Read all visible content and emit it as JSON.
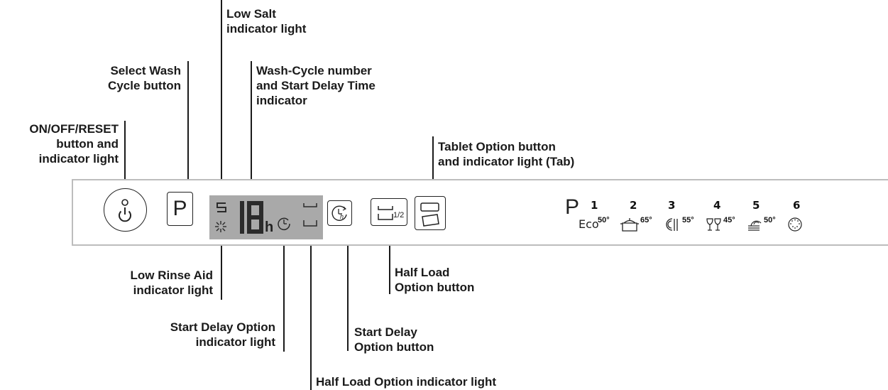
{
  "callouts": {
    "low_salt": [
      "Low Salt",
      "indicator light"
    ],
    "select_wash": [
      "Select Wash",
      "Cycle button"
    ],
    "wash_cycle_number": [
      "Wash-Cycle number",
      "and Start Delay Time",
      "indicator"
    ],
    "on_off_reset": [
      "ON/OFF/RESET",
      "button and",
      "indicator light"
    ],
    "tablet_option": [
      "Tablet Option button",
      "and indicator light (Tab)"
    ],
    "low_rinse_aid": [
      "Low Rinse Aid",
      "indicator light"
    ],
    "half_load_button": [
      "Half Load",
      "Option button"
    ],
    "start_delay_light": [
      "Start Delay Option",
      "indicator light"
    ],
    "start_delay_button": [
      "Start Delay",
      "Option button"
    ],
    "half_load_light": [
      "Half Load Option indicator light"
    ]
  },
  "panel": {
    "program_button_label": "P",
    "display_digits": "18",
    "display_unit": "h",
    "half_load_fraction": "1/2",
    "program_symbol": "P",
    "programs": [
      {
        "number": "1",
        "temp": "50°",
        "label": "Eco",
        "icon": "eco-text"
      },
      {
        "number": "2",
        "temp": "65°",
        "icon": "pot-icon"
      },
      {
        "number": "3",
        "temp": "55°",
        "icon": "plate-cutlery-icon"
      },
      {
        "number": "4",
        "temp": "45°",
        "icon": "wine-glasses-icon"
      },
      {
        "number": "5",
        "temp": "50°",
        "icon": "stacked-plates-icon"
      },
      {
        "number": "6",
        "temp": "",
        "icon": "rinse-dots-icon"
      }
    ]
  },
  "colors": {
    "display_bg": "#a9a9a9",
    "panel_border": "#bdbdbd",
    "ink": "#1a1a1a"
  }
}
